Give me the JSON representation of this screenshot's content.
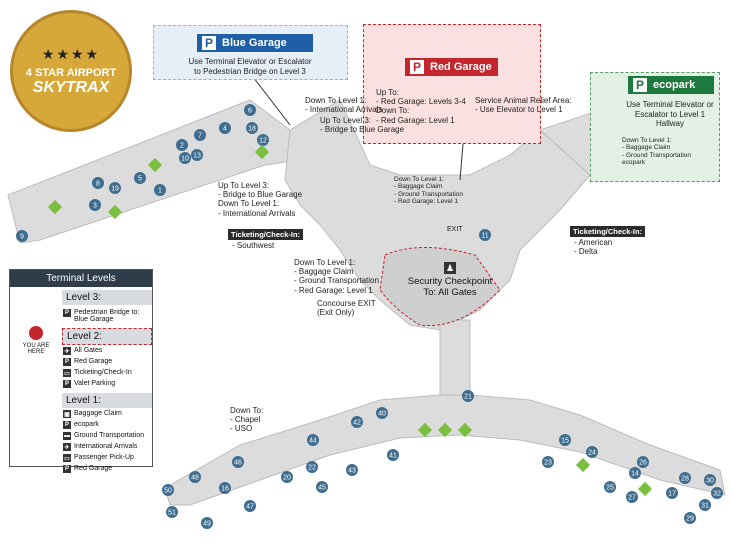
{
  "badge": {
    "line1": "4 STAR AIRPORT",
    "line2": "SKYTRAX",
    "stars": "★★★★"
  },
  "blue_garage": {
    "label": "Blue Garage",
    "note_1": "Use Terminal Elevator or Escalator",
    "note_2": "to Pedestrian Bridge on Level 3",
    "color": "#1f5fa8"
  },
  "red_garage": {
    "label": "Red Garage",
    "note_1": "Up To:",
    "note_2": "- Red Garage: Levels 3-4",
    "note_3": "Down To:",
    "note_4": "- Red Garage: Level 1",
    "relief_1": "Service Animal Relief Area:",
    "relief_2": "- Use Elevator to Level 1",
    "color": "#c4262e"
  },
  "ecopark": {
    "label": "ecopark",
    "note_1": "Use Terminal Elevator or",
    "note_2": "Escalator to Level 1 Hallway",
    "d1": "Down To Level 1:",
    "d2": "- Baggage Claim",
    "d3": "- Ground Transportation",
    "d4": "ecopark",
    "color": "#1e7a3c"
  },
  "callouts": {
    "intl_down_1": "Down To Level 1:",
    "intl_down_2": "- International Arrivals",
    "bridge_up_1": "Up To Level 3:",
    "bridge_up_2": "- Bridge to Blue Garage",
    "left_1": "Up To Level 3:",
    "left_2": "- Bridge to Blue Garage",
    "left_3": "Down To Level 1:",
    "left_4": "- International Arrivals",
    "center_1": "Down To Level 1:",
    "center_2": "- Baggage Claim",
    "center_3": "- Ground Transportation",
    "center_4": "- Red Garage: Level 1",
    "lower_1": "Down To Level 1:",
    "lower_2": "- Baggage Claim",
    "lower_3": "- Ground Transportation",
    "lower_4": "- Red Garage: Level 1",
    "exit_1": "Concourse EXIT",
    "exit_2": "(Exit Only)",
    "chapel_1": "Down To:",
    "chapel_2": "- Chapel",
    "chapel_3": "- USO",
    "exit_word": "EXIT"
  },
  "ticketing_sw": {
    "label": "Ticketing/Check-In:",
    "airline": "- Southwest"
  },
  "ticketing_aa": {
    "label": "Ticketing/Check-In:",
    "airline_1": "- American",
    "airline_2": "- Delta"
  },
  "security": {
    "line1": "Security Checkpoint",
    "line2": "To: All Gates"
  },
  "legend": {
    "title": "Terminal Levels",
    "you_are_here": "YOU ARE HERE",
    "level3": "Level 3:",
    "l3_item": "Pedestrian Bridge to:",
    "l3_item2": "Blue Garage",
    "level2": "Level 2:",
    "l2_items": [
      "All Gates",
      "Red Garage",
      "Ticketing/Check-In",
      "Valet Parking"
    ],
    "level1": "Level 1:",
    "l1_items": [
      "Baggage Claim",
      "ecopark",
      "Ground Transportation",
      "International Arrivals",
      "Passenger Pick-Up",
      "Red Garage"
    ]
  },
  "gates": [
    "1",
    "2",
    "3",
    "4",
    "5",
    "6",
    "7",
    "8",
    "9",
    "10",
    "11",
    "12",
    "13",
    "14",
    "15",
    "16",
    "17",
    "18",
    "19",
    "20",
    "21",
    "22",
    "23",
    "24",
    "25",
    "26",
    "27",
    "28",
    "29",
    "30",
    "31",
    "32",
    "40",
    "41",
    "42",
    "43",
    "44",
    "45",
    "46",
    "47",
    "48",
    "49",
    "50",
    "51"
  ]
}
